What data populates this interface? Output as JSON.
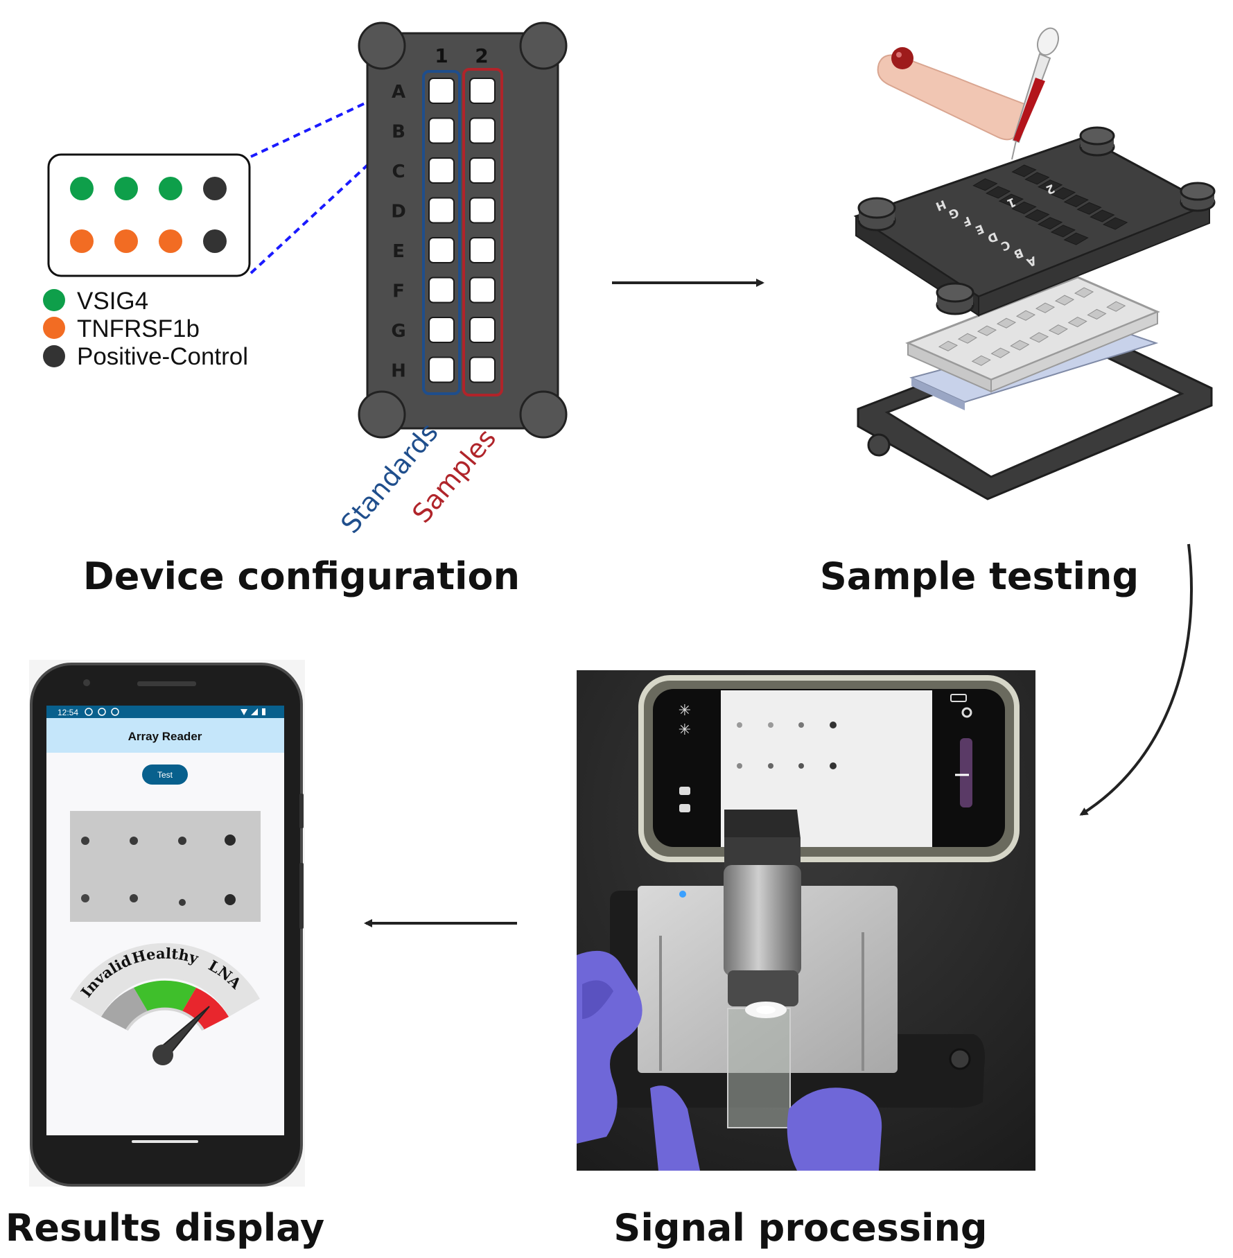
{
  "titles": {
    "device_configuration": "Device configuration",
    "sample_testing": "Sample testing",
    "signal_processing": "Signal processing",
    "results_display": "Results display"
  },
  "legend": {
    "items": [
      {
        "label": "VSIG4",
        "color": "#0e9f4a"
      },
      {
        "label": "TNFRSF1b",
        "color": "#f26c23"
      },
      {
        "label": "Positive-Control",
        "color": "#333333"
      }
    ]
  },
  "device": {
    "columns": [
      "1",
      "2"
    ],
    "rows": [
      "A",
      "B",
      "C",
      "D",
      "E",
      "F",
      "G",
      "H"
    ],
    "standards_label": "Standards",
    "samples_label": "Samples",
    "standards_color": "#1f4e8c",
    "samples_color": "#b0242a"
  },
  "cartridge": {
    "rows": [
      "A",
      "B",
      "C",
      "D",
      "E",
      "F",
      "G",
      "H"
    ],
    "columns": [
      "1",
      "2"
    ]
  },
  "app": {
    "status_time": "12:54",
    "title": "Array Reader",
    "button_label": "Test",
    "gauge": {
      "labels": [
        "Invalid",
        "Healthy",
        "LNA"
      ],
      "colors": [
        "#a6a6a6",
        "#3fbf2b",
        "#e8262d"
      ]
    }
  }
}
